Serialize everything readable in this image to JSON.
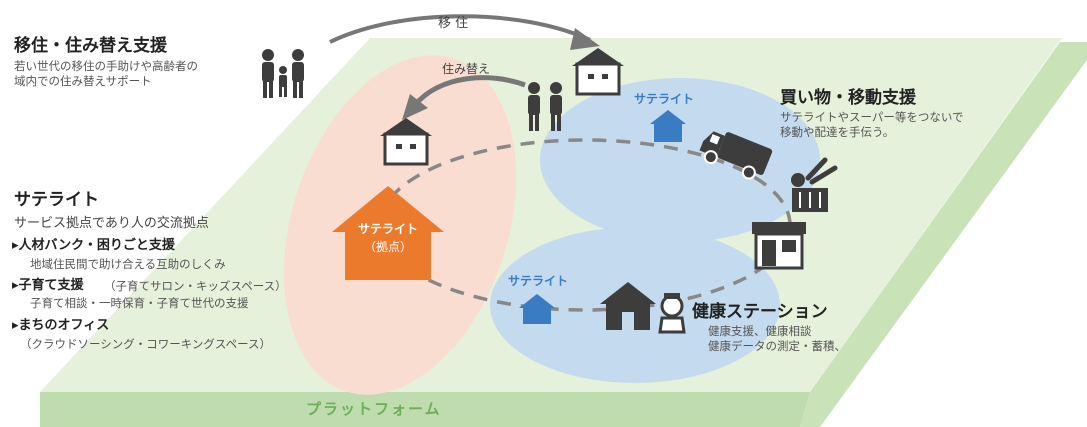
{
  "arrows": {
    "relocation": "移 住",
    "rehousing": "住み替え"
  },
  "left": {
    "relocation_title": "移住・住み替え支援",
    "relocation_desc": [
      "若い世代の移住の手助けや高齢者の",
      "域内での住み替えサポート"
    ],
    "satellite_title": "サテライト",
    "satellite_desc": "サービス拠点であり人の交流拠点",
    "items": [
      {
        "title": "▸人材バンク・困りごと支援",
        "note": "",
        "desc": "地域住民間で助け合える互助のしくみ"
      },
      {
        "title": "▸子育て支援",
        "note": "（子育てサロン・キッズスペース）",
        "desc": "子育て相談・一時保育・子育て世代の支援"
      },
      {
        "title": "▸まちのオフィス",
        "note": "",
        "desc": "（クラウドソーシング・コワーキングスペース）"
      }
    ]
  },
  "hub": {
    "line1": "サテライト",
    "line2": "（拠点）"
  },
  "satellites": {
    "top": "サテライト",
    "bottom": "サテライト"
  },
  "shopping": {
    "title": "買い物・移動支援",
    "desc": [
      "サテライトやスーパー等をつないで",
      "移動や配達を手伝う。"
    ]
  },
  "health": {
    "title": "健康ステーション",
    "desc": [
      "健康支援、健康相談",
      "健康データの測定・蓄積、"
    ]
  },
  "platform": "プラットフォーム",
  "colors": {
    "platform_top": "#e6f1dc",
    "platform_side": "#bfdcae",
    "left_zone": "#f8ddd0",
    "blue_zone": "#c4daee",
    "hub_orange": "#ec7a2c",
    "satellite_blue": "#3a7cc4",
    "icon_dark": "#3d3d3d"
  }
}
